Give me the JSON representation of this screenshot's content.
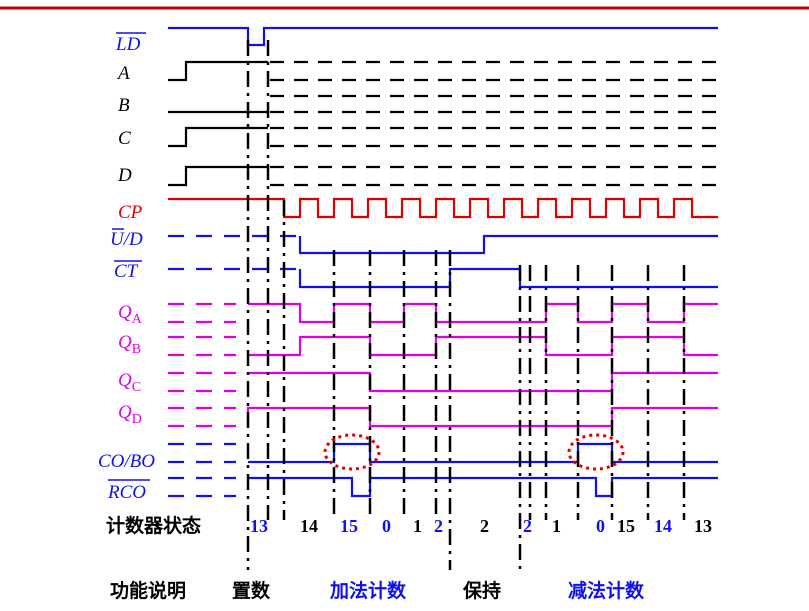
{
  "colors": {
    "black": "#000000",
    "blue": "#1010ee",
    "red": "#e00000",
    "magenta": "#e000e0",
    "dark_red": "#c00000"
  },
  "signals": {
    "ld": "LD",
    "a": "A",
    "b": "B",
    "c": "C",
    "d": "D",
    "cp": "CP",
    "ud": "U/D",
    "ct": "CT",
    "qa": "Q",
    "qa_sub": "A",
    "qb": "Q",
    "qb_sub": "B",
    "qc": "Q",
    "qc_sub": "C",
    "qd": "Q",
    "qd_sub": "D",
    "cobo": "CO/BO",
    "rco": "RCO"
  },
  "states": {
    "label": "计数器状态",
    "values": [
      "13",
      "14",
      "15",
      "0",
      "1",
      "2",
      "2",
      "2",
      "1",
      "0",
      "15",
      "14",
      "13"
    ]
  },
  "functions": {
    "label": "功能说明",
    "preset": "置数",
    "count_up": "加法计数",
    "hold": "保持",
    "count_down": "减法计数"
  }
}
